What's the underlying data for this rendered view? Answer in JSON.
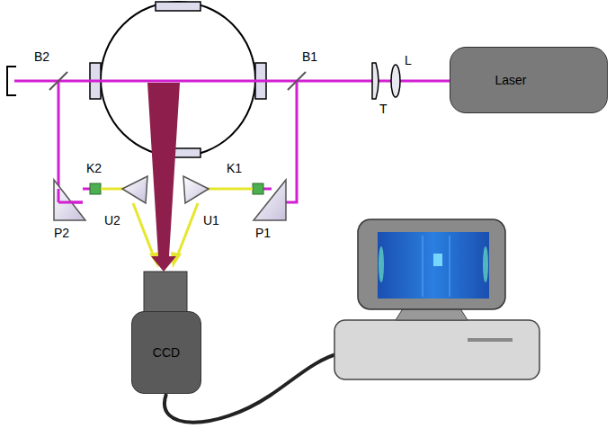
{
  "diagram": {
    "nodes": [
      {
        "text": [
          "Laser"
        ]
      },
      {
        "text": [
          "CCD"
        ]
      }
    ],
    "labels": [
      "B2",
      "B1",
      "L",
      "T",
      "K2",
      "K1",
      "P2",
      "P1",
      "U2",
      "U1"
    ]
  }
}
